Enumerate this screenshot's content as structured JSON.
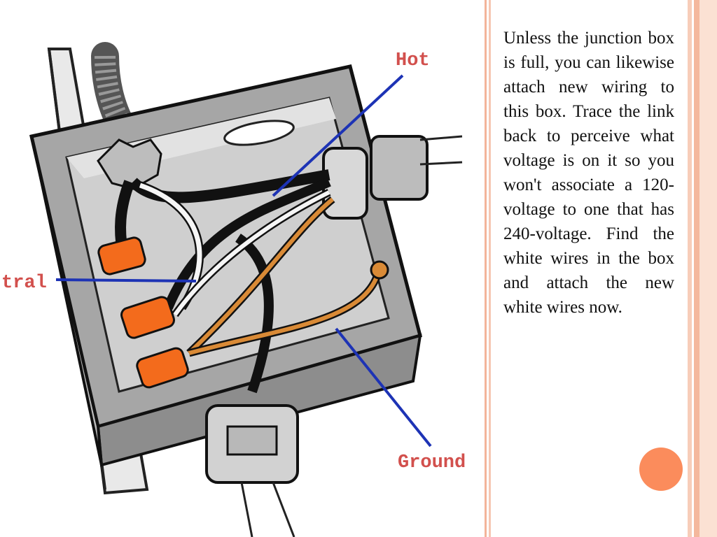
{
  "illustration": {
    "labels": {
      "hot": "Hot",
      "neutral": "tral",
      "ground": "Ground"
    },
    "colors": {
      "label_text": "#d2504d",
      "pointer_lines": "#1d33b5",
      "wire_nuts": "#f36b1c",
      "ground_wire": "#d98a36",
      "box_fill": "#c9c9c9"
    }
  },
  "body": {
    "text": "Unless the junction box is full, you can likewise attach new wiring to this box. Trace the link back to perceive what voltage is on it so you won't associate a 120-voltage to one that has 240-voltage. Find the white wires in the box and attach the new white wires now."
  },
  "theme": {
    "accent": "#fb8c5c",
    "border": "#f3b49a"
  }
}
